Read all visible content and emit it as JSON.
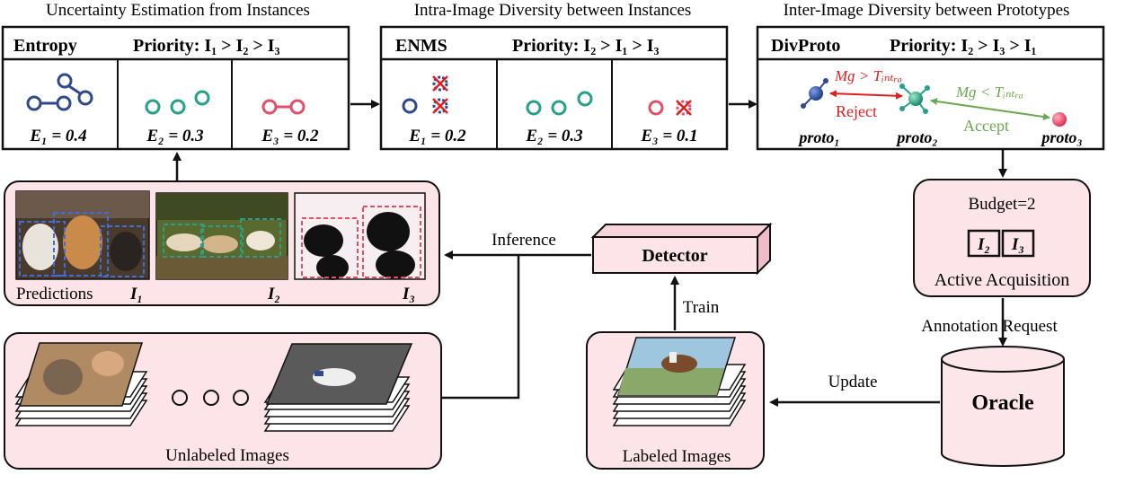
{
  "titles": {
    "uncertainty": "Uncertainty Estimation from Instances",
    "intra": "Intra-Image Diversity between Instances",
    "inter": "Inter-Image Diversity between Prototypes"
  },
  "entropy": {
    "name": "Entropy",
    "priority": "Priority: I₁ > I₂ > I₃",
    "cells": [
      "E₁ = 0.4",
      "E₂ = 0.3",
      "E₃ = 0.2"
    ]
  },
  "enms": {
    "name": "ENMS",
    "priority": "Priority: I₂ > I₁ > I₃",
    "cells": [
      "E₁ = 0.2",
      "E₂ = 0.3",
      "E₃ = 0.1"
    ]
  },
  "divproto": {
    "name": "DivProto",
    "priority": "Priority: I₂ > I₃ > I₁",
    "reject_cond": "Mɡ > Tᵢₙₜᵣₐ",
    "accept_cond": "Mɡ < Tᵢₙₜᵣₐ",
    "reject": "Reject",
    "accept": "Accept",
    "protos": [
      "proto₁",
      "proto₂",
      "proto₃"
    ]
  },
  "predictions": {
    "label": "Predictions",
    "images": [
      "I₁",
      "I₂",
      "I₃"
    ]
  },
  "detector": "Detector",
  "inference": "Inference",
  "train": "Train",
  "update": "Update",
  "acquisition": {
    "budget": "Budget=2",
    "selected": [
      "I₂",
      "I₃"
    ],
    "label": "Active Acquisition"
  },
  "annotation_request": "Annotation  Request",
  "oracle": "Oracle",
  "unlabeled": "Unlabeled Images",
  "labeled": "Labeled Images",
  "colors": {
    "blue": "#2f4a8c",
    "teal": "#27a08a",
    "pink": "#e0506a",
    "panel_fill": "#fce4e8",
    "oracle_fill": "#fde6ea",
    "reject": "#e0201e",
    "accept": "#6aa84f"
  }
}
